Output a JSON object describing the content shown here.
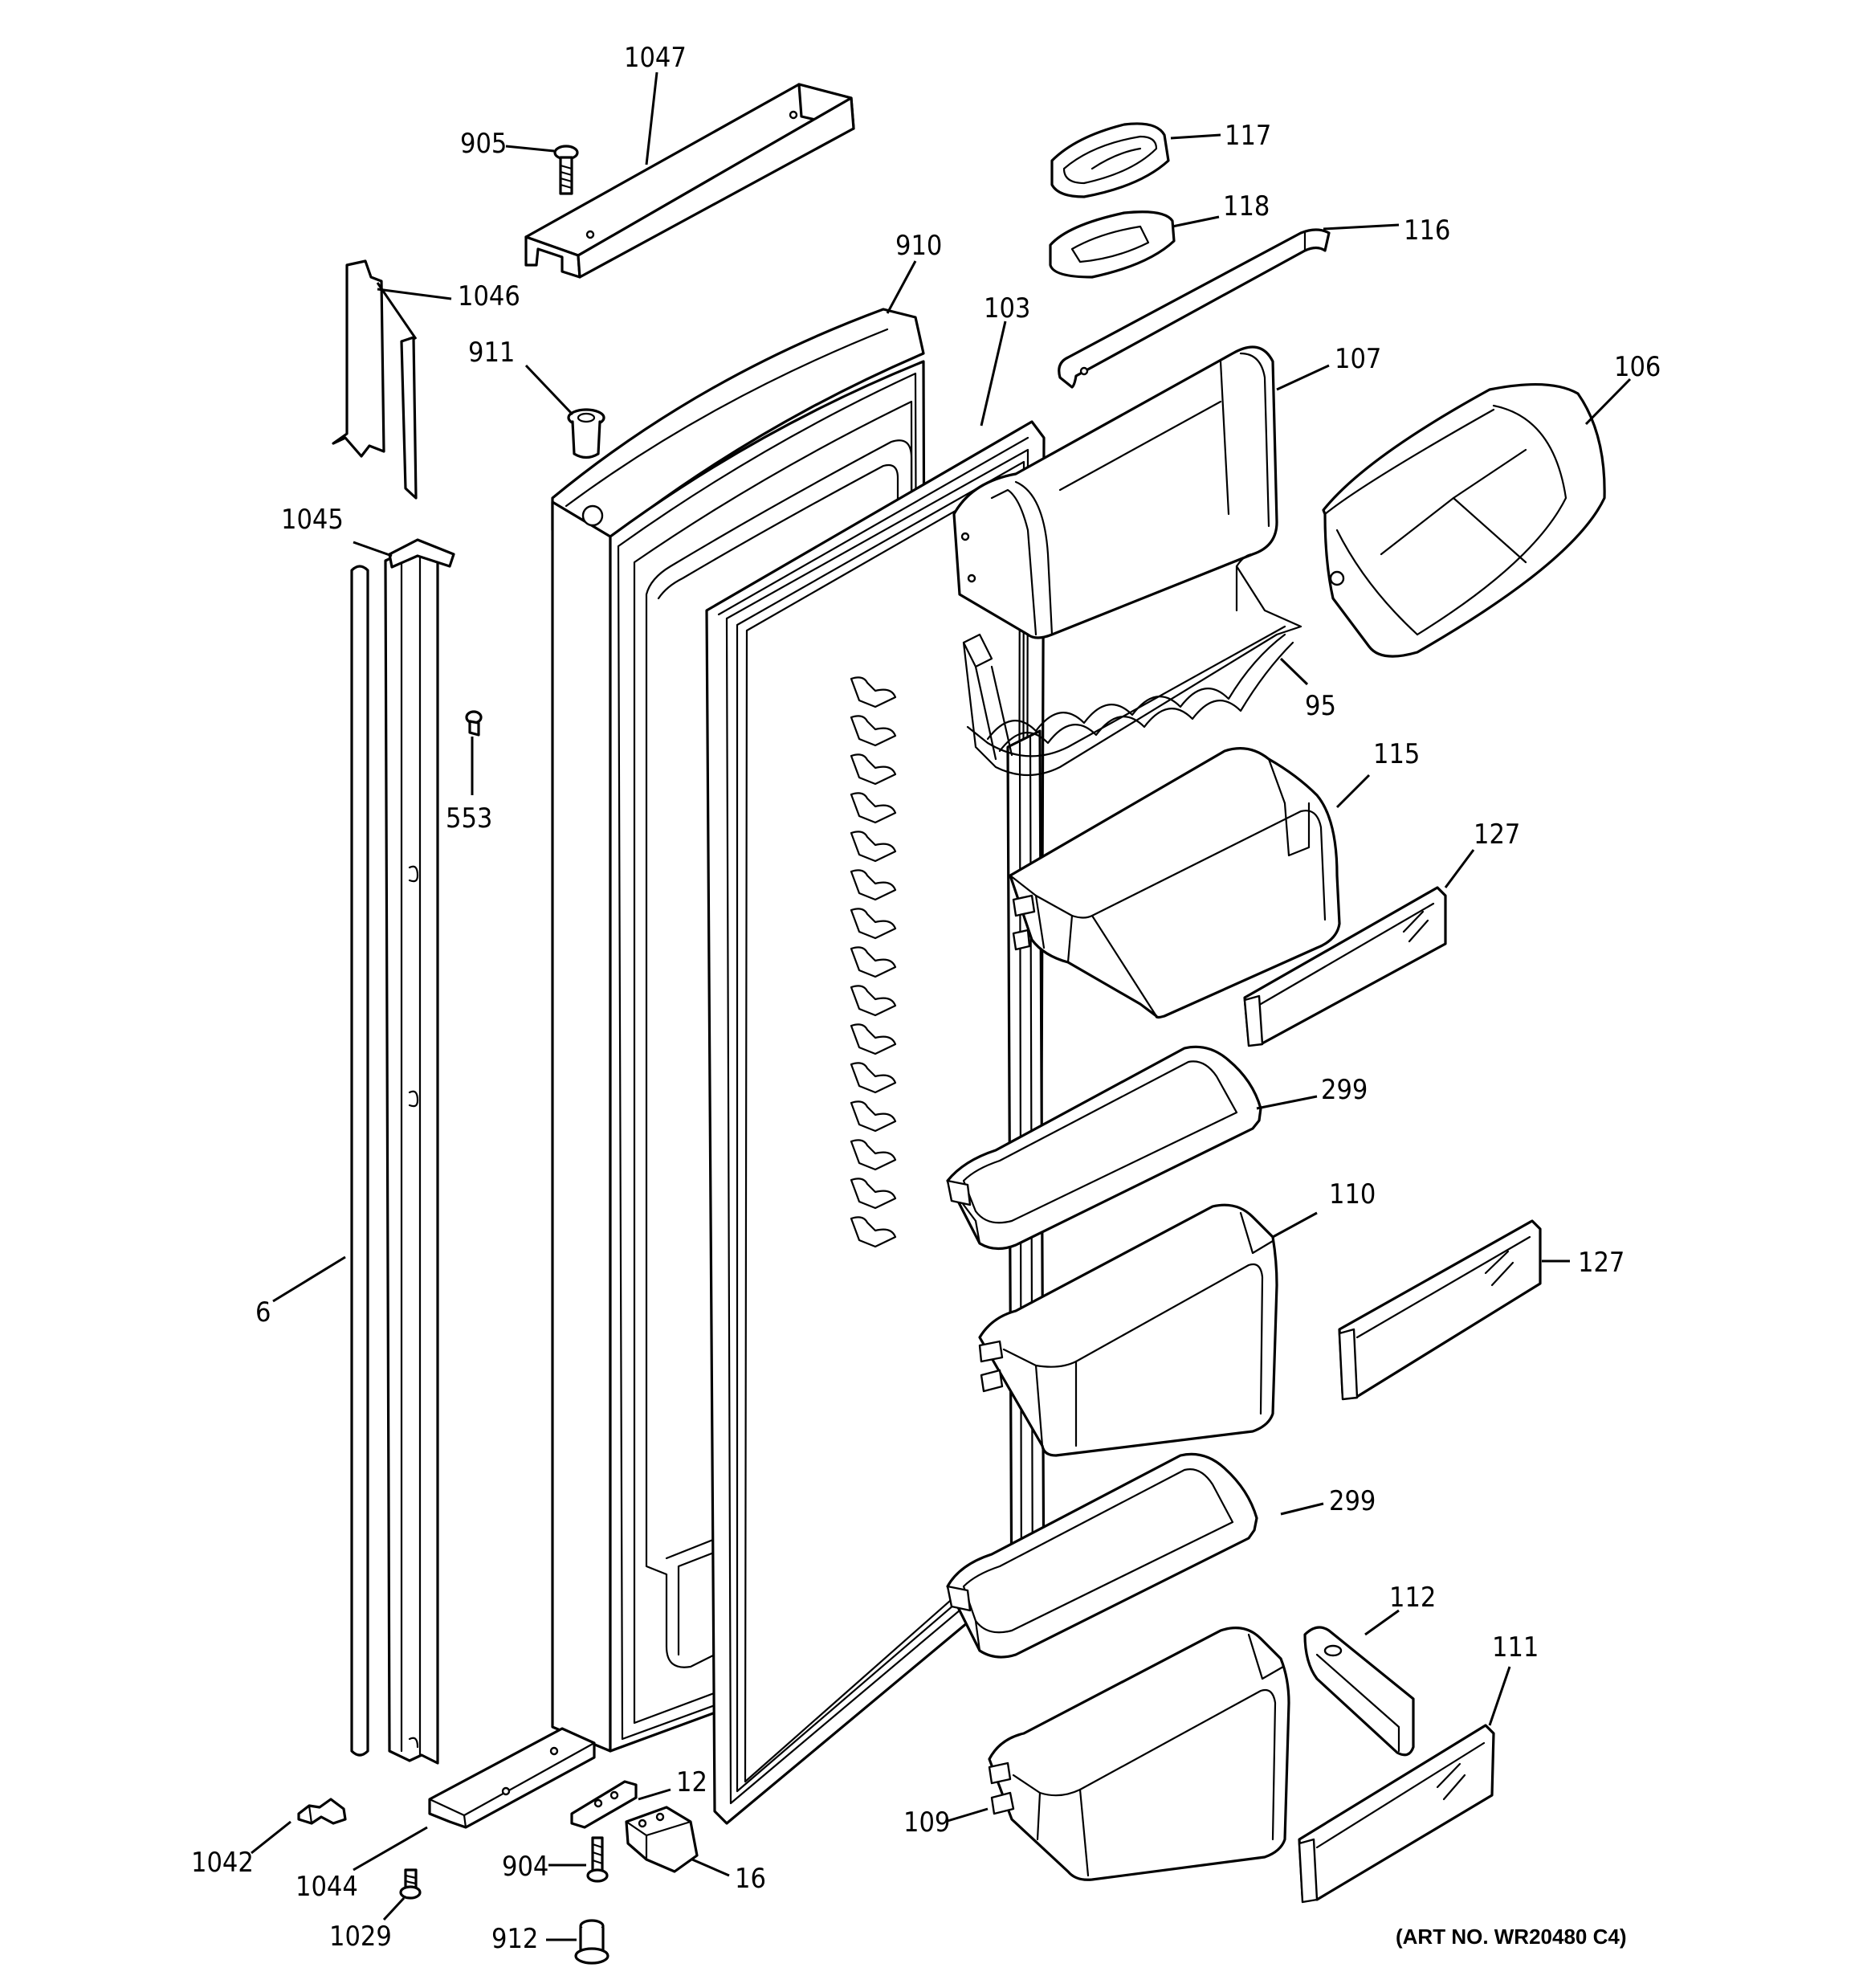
{
  "callouts": {
    "c1047": "1047",
    "c905": "905",
    "c1046": "1046",
    "c911": "911",
    "c910": "910",
    "c103": "103",
    "c117": "117",
    "c118": "118",
    "c116": "116",
    "c107": "107",
    "c106": "106",
    "c1045": "1045",
    "c553": "553",
    "c95": "95",
    "c115": "115",
    "c127a": "127",
    "c299a": "299",
    "c110": "110",
    "c127b": "127",
    "c6": "6",
    "c299b": "299",
    "c112": "112",
    "c111": "111",
    "c12": "12",
    "c109": "109",
    "c1042": "1042",
    "c1044": "1044",
    "c904": "904",
    "c16": "16",
    "c1029": "1029",
    "c912": "912"
  },
  "art_number": "(ART NO. WR20480 C4)"
}
